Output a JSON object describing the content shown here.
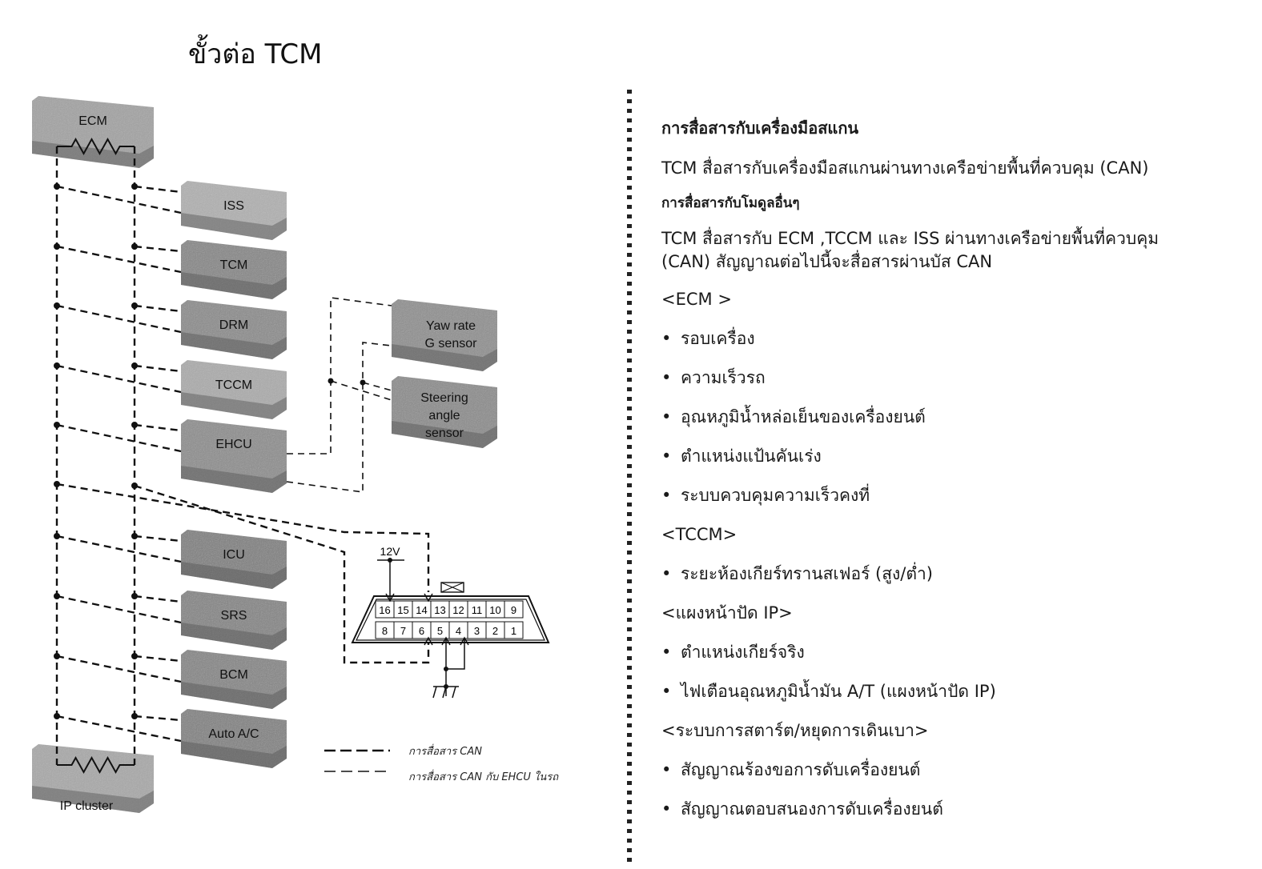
{
  "page": {
    "title": "ขั้วต่อ TCM"
  },
  "diagram": {
    "top_module": "ECM",
    "bottom_module": "IP cluster",
    "modules": [
      "ISS",
      "TCM",
      "DRM",
      "TCCM",
      "EHCU",
      "ICU",
      "SRS",
      "BCM",
      "Auto A/C"
    ],
    "sensors": [
      "Yaw rate\nG sensor",
      "Steering\nangle\nsensor"
    ],
    "sensor_lines": [
      [
        "Yaw rate",
        "G sensor"
      ],
      [
        "Steering",
        "angle",
        "sensor"
      ]
    ],
    "connector": {
      "voltage_label": "12V",
      "top_row_pins": [
        "16",
        "15",
        "14",
        "13",
        "12",
        "11",
        "10",
        "9"
      ],
      "bottom_row_pins": [
        "8",
        "7",
        "6",
        "5",
        "4",
        "3",
        "2",
        "1"
      ]
    },
    "legend": [
      {
        "style": "bold-dash",
        "label": "การสื่อสาร CAN"
      },
      {
        "style": "thin-dash",
        "label": "การสื่อสาร CAN กับ EHCU ในรถ"
      }
    ],
    "colors": {
      "module_light": "#a9a9a9",
      "module_dark": "#7f7f7f",
      "line": "#111111"
    }
  },
  "content": {
    "heading_scan": "การสื่อสารกับเครื่องมือสแกน",
    "scan_text": "TCM สื่อสารกับเครื่องมือสแกนผ่านทางเครือข่ายพื้นที่ควบคุม (CAN)",
    "heading_modules": "การสื่อสารกับโมดูลอื่นๆ",
    "modules_text_line1": "TCM สื่อสารกับ ECM ,TCCM และ ISS ผ่านทางเครือข่ายพื้นที่ควบคุม",
    "modules_text_line2": "(CAN) สัญญาณต่อไปนี้จะสื่อสารผ่านบัส CAN",
    "sections": [
      {
        "title": "<ECM >",
        "items": [
          "รอบเครื่อง",
          "ความเร็วรถ",
          "อุณหภูมิน้ำหล่อเย็นของเครื่องยนต์",
          "ตำแหน่งแป้นคันเร่ง",
          "ระบบควบคุมความเร็วคงที่"
        ]
      },
      {
        "title": "<TCCM>",
        "items": [
          "ระยะห้องเกียร์ทรานสเฟอร์ (สูง/ต่ำ)"
        ]
      },
      {
        "title": "<แผงหน้าปัด IP>",
        "items": [
          "ตำแหน่งเกียร์จริง",
          "ไฟเตือนอุณหภูมิน้ำมัน A/T (แผงหน้าปัด IP)"
        ]
      },
      {
        "title": "<ระบบการสตาร์ต/หยุดการเดินเบา>",
        "items": [
          "สัญญาณร้องขอการดับเครื่องยนต์",
          "สัญญาณตอบสนองการดับเครื่องยนต์"
        ]
      }
    ]
  }
}
